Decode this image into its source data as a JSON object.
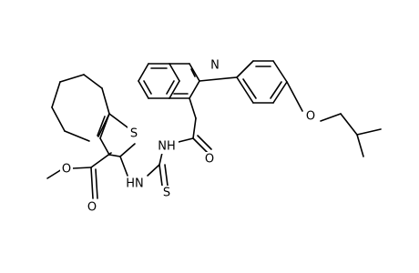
{
  "atoms": {
    "n_quinoline": "N",
    "o_ether": "O",
    "s_thiophene": "S",
    "nh_amide": "NH",
    "o_amide": "O",
    "nh_thiourea": "HN",
    "s_thione": "S",
    "o_ester_single": "O",
    "o_ester_double": "O"
  }
}
